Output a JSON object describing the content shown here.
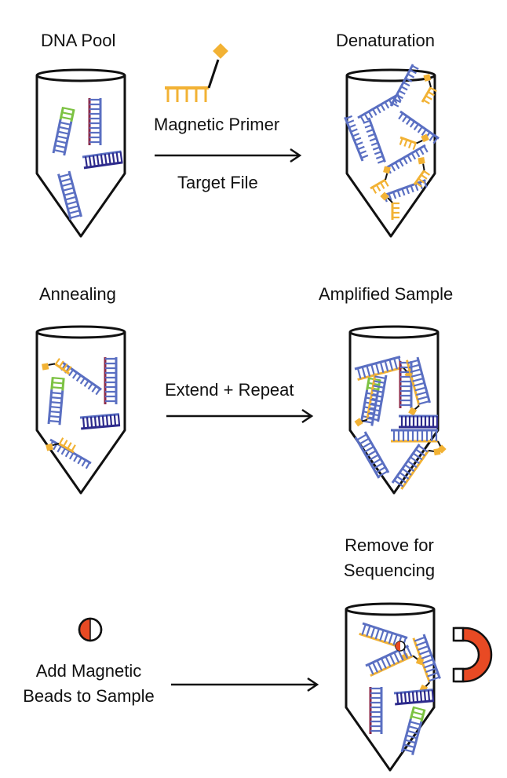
{
  "labels": {
    "dna_pool": "DNA Pool",
    "denaturation": "Denaturation",
    "magnetic_primer": "Magnetic Primer",
    "target_file": "Target File",
    "annealing": "Annealing",
    "amplified_sample": "Amplified Sample",
    "extend_repeat": "Extend + Repeat",
    "remove_line1": "Remove for",
    "remove_line2": "Sequencing",
    "add_line1": "Add Magnetic",
    "add_line2": "Beads to Sample"
  },
  "colors": {
    "blue": "#5a6fc2",
    "indigo": "#2d2a8c",
    "maroon": "#8c2a4a",
    "green": "#7cc242",
    "yellow": "#f2b234",
    "red": "#e84a24",
    "line": "#111111"
  },
  "icons": [
    "tube-icon",
    "primer-icon",
    "arrow-icon",
    "magnetic-bead-icon",
    "magnet-icon"
  ]
}
